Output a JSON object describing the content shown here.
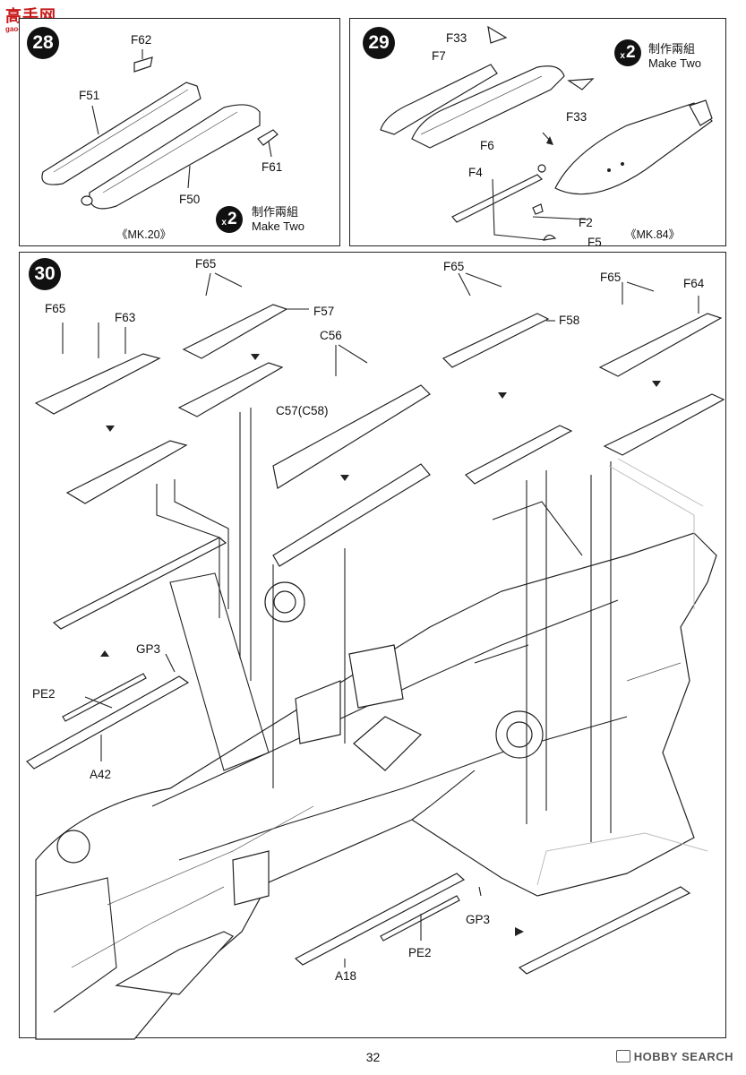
{
  "site_logo": {
    "chinese": "高手网",
    "url": "gao-shou.net"
  },
  "steps": {
    "s28": {
      "number": "28",
      "labels": {
        "f62": "F62",
        "f51": "F51",
        "f61": "F61",
        "f50": "F50"
      },
      "multiplier": {
        "badge": "2",
        "chinese": "制作兩組",
        "english": "Make Two"
      },
      "caption": "《MK.20》"
    },
    "s29": {
      "number": "29",
      "labels": {
        "f33a": "F33",
        "f7": "F7",
        "f33b": "F33",
        "f6": "F6",
        "f4": "F4",
        "f2": "F2",
        "f5": "F5"
      },
      "multiplier": {
        "badge": "2",
        "chinese": "制作兩組",
        "english": "Make Two"
      },
      "caption": "《MK.84》"
    },
    "s30": {
      "number": "30",
      "labels": {
        "f65_a": "F65",
        "f63": "F63",
        "f65_b": "F65",
        "f57": "F57",
        "c56": "C56",
        "c57": "C57(C58)",
        "f65_c": "F65",
        "f58": "F58",
        "f65_d": "F65",
        "f64": "F64",
        "gp3_a": "GP3",
        "pe2_a": "PE2",
        "a42": "A42",
        "gp3_b": "GP3",
        "pe2_b": "PE2",
        "a18": "A18"
      }
    }
  },
  "page_number": "32",
  "watermark": "HOBBY SEARCH"
}
